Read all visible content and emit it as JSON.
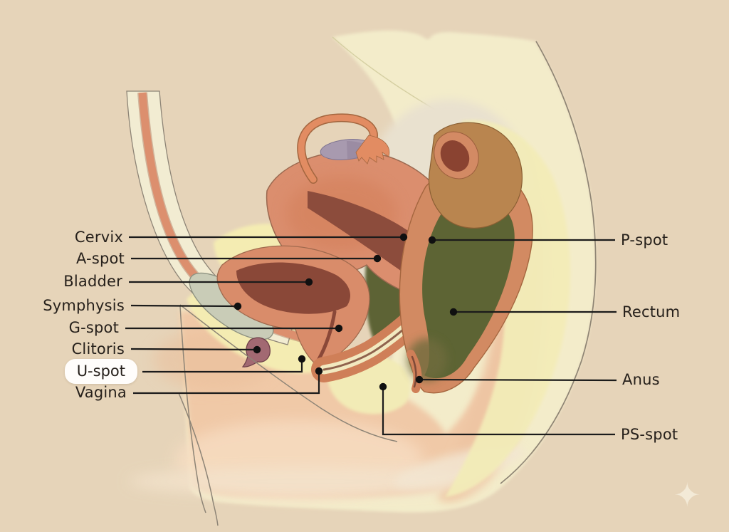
{
  "diagram": {
    "type": "anatomy-cross-section",
    "subject": "Female pelvic anatomy, sagittal cross-section with labeled spots",
    "background_color": "#e6d4b9",
    "leader_line_color": "#1b1b1b",
    "label_color": "#26201b",
    "highlight_pill_color": "#fffdfb",
    "labels_left": [
      {
        "text": "Cervix",
        "highlighted": false
      },
      {
        "text": "A-spot",
        "highlighted": false
      },
      {
        "text": "Bladder",
        "highlighted": false
      },
      {
        "text": "Symphysis",
        "highlighted": false
      },
      {
        "text": "G-spot",
        "highlighted": false
      },
      {
        "text": "Clitoris",
        "highlighted": false
      },
      {
        "text": "U-spot",
        "highlighted": true
      },
      {
        "text": "Vagina",
        "highlighted": false
      }
    ],
    "labels_right": [
      {
        "text": "P-spot",
        "highlighted": false
      },
      {
        "text": "Rectum",
        "highlighted": false
      },
      {
        "text": "Anus",
        "highlighted": false
      },
      {
        "text": "PS-spot",
        "highlighted": false
      }
    ],
    "icons": {
      "sparkle": "✦"
    },
    "palette": {
      "body_cream": "#f3ecca",
      "tissue_yellow": "#f3ecb2",
      "cavity_cream": "#e9e1cf",
      "skin_peach": "#f0c9a7",
      "uterus_salmon": "#db8e6e",
      "uterus_cavity": "#8c4c3c",
      "bladder_dark": "#8a4838",
      "symphysis_gray": "#c9ccb7",
      "clitoris_mauve": "#a26972",
      "ovary_lavender": "#a89aaf",
      "rectum_wall_coral": "#d28a62",
      "rectum_green": "#5d6434",
      "colon_brown": "#b9854f",
      "outline_gray": "#8e8474"
    }
  }
}
